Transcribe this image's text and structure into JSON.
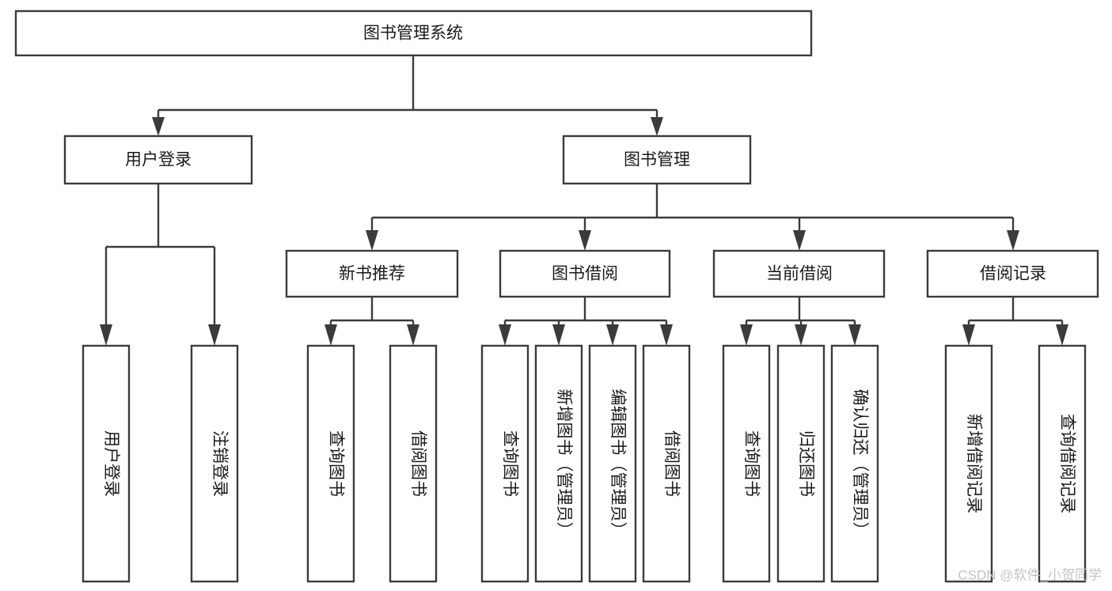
{
  "diagram": {
    "type": "tree-hierarchy",
    "title": "图书管理系统",
    "orientation": "top-down",
    "colors": {
      "stroke": "#3b3b3b",
      "fill": "#ffffff",
      "text": "#1a1a1a",
      "watermark": "#c3c3c3",
      "background": "#ffffff"
    },
    "levels": [
      {
        "level": 1,
        "nodes": [
          {
            "id": "root",
            "label": "图书管理系统"
          }
        ]
      },
      {
        "level": 2,
        "nodes": [
          {
            "id": "login",
            "label": "用户登录",
            "parent": "root"
          },
          {
            "id": "bookmgmt",
            "label": "图书管理",
            "parent": "root"
          }
        ]
      },
      {
        "level": 3,
        "nodes": [
          {
            "id": "newbook",
            "label": "新书推荐",
            "parent": "bookmgmt"
          },
          {
            "id": "borrow",
            "label": "图书借阅",
            "parent": "bookmgmt"
          },
          {
            "id": "current",
            "label": "当前借阅",
            "parent": "bookmgmt"
          },
          {
            "id": "records",
            "label": "借阅记录",
            "parent": "bookmgmt"
          }
        ]
      },
      {
        "level": 4,
        "nodes": [
          {
            "id": "leaf-1",
            "label": "用户登录",
            "parent": "login"
          },
          {
            "id": "leaf-2",
            "label": "注销登录",
            "parent": "login"
          },
          {
            "id": "leaf-3",
            "label": "查询图书",
            "parent": "newbook"
          },
          {
            "id": "leaf-4",
            "label": "借阅图书",
            "parent": "newbook"
          },
          {
            "id": "leaf-5",
            "label": "查询图书",
            "parent": "borrow"
          },
          {
            "id": "leaf-6",
            "label": "新增图书（管理员）",
            "parent": "borrow"
          },
          {
            "id": "leaf-7",
            "label": "编辑图书（管理员）",
            "parent": "borrow"
          },
          {
            "id": "leaf-8",
            "label": "借阅图书",
            "parent": "borrow"
          },
          {
            "id": "leaf-9",
            "label": "查询图书",
            "parent": "current"
          },
          {
            "id": "leaf-10",
            "label": "归还图书",
            "parent": "current"
          },
          {
            "id": "leaf-11",
            "label": "确认归还（管理员）",
            "parent": "current"
          },
          {
            "id": "leaf-12",
            "label": "新增借阅记录",
            "parent": "records"
          },
          {
            "id": "leaf-13",
            "label": "查询借阅记录",
            "parent": "records"
          }
        ]
      }
    ]
  },
  "watermark": {
    "text": "CSDN @软件_小贺同学"
  }
}
